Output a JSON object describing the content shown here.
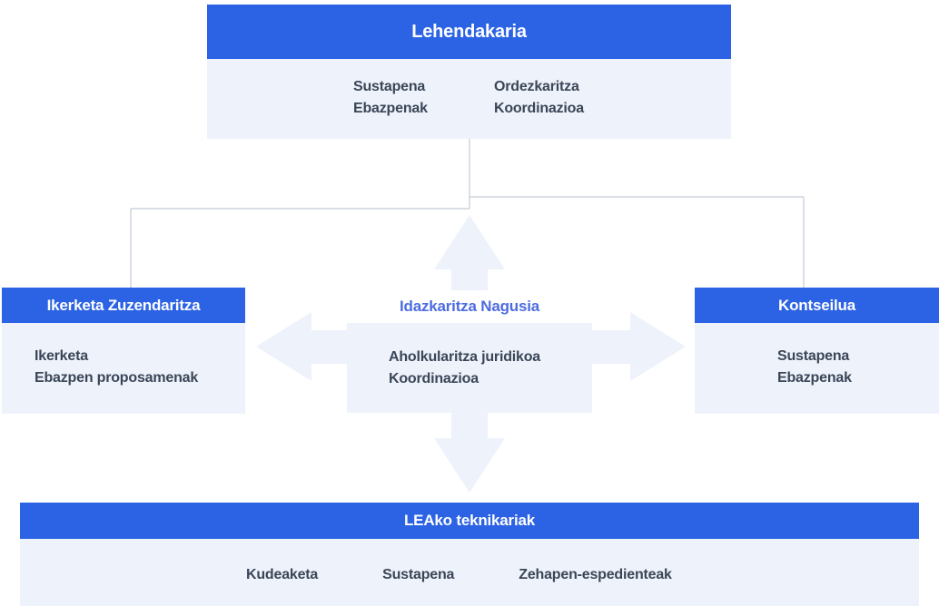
{
  "boxes": {
    "top": {
      "title": "Lehendakaria",
      "col1": [
        "Sustapena",
        "Ebazpenak"
      ],
      "col2": [
        "Ordezkaritza",
        "Koordinazioa"
      ]
    },
    "left": {
      "title": "Ikerketa Zuzendaritza",
      "lines": [
        "Ikerketa",
        "Ebazpen proposamenak"
      ]
    },
    "center": {
      "title": "Idazkaritza Nagusia",
      "lines": [
        "Aholkularitza juridikoa",
        "Koordinazioa"
      ]
    },
    "right": {
      "title": "Kontseilua",
      "lines": [
        "Sustapena",
        "Ebazpenak"
      ]
    },
    "bottom": {
      "title": "LEAko teknikariak",
      "items": [
        "Kudeaketa",
        "Sustapena",
        "Zehapen-espedienteak"
      ]
    }
  },
  "colors": {
    "accent": "#2c62e4",
    "panel": "#eef2fb",
    "text_dark": "#3a4657",
    "title_blue": "#4d6ce0",
    "connector_line": "#c3cad6",
    "header_text": "#ffffff"
  }
}
